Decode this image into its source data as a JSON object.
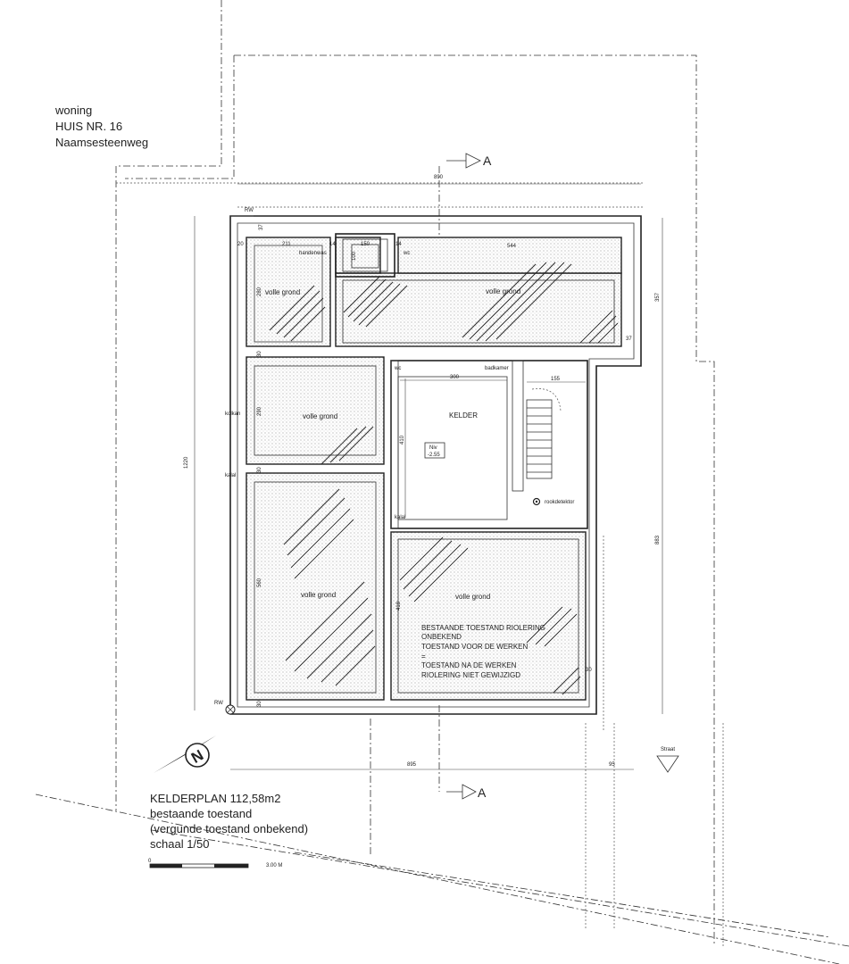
{
  "neighbor": {
    "line1": "woning",
    "line2": "HUIS NR. 16",
    "line3": "Naamsesteenweg"
  },
  "section_marker": {
    "label": "A"
  },
  "dimensions": {
    "top_width": "890",
    "left_height": "1220",
    "right_upper": "357",
    "right_lower": "883",
    "bottom_main": "895",
    "bottom_right": "95",
    "d211": "211",
    "d150": "150",
    "d544": "544",
    "d14a": "14",
    "d14b": "14",
    "d20": "20",
    "d37": "37",
    "d37b": "37",
    "d280": "280",
    "d100": "100",
    "d30a": "30",
    "d290": "290",
    "d30b": "30",
    "d560": "560",
    "d30c": "30",
    "d30d": "30",
    "d300": "300",
    "d155": "155",
    "d410": "410",
    "d418": "418"
  },
  "labels": {
    "rw_top": "RW",
    "rw_bottom": "RW",
    "handenwas": "handenwas",
    "wc_top": "wc",
    "wc_room": "wc",
    "badkamer": "badkamer",
    "kelder": "KELDER",
    "niv": "Niv",
    "niv_value": "-2.55",
    "kolkan": "kolkan",
    "kalal_left": "kalal",
    "kalal_room": "kalal",
    "rookdetektor": "rookdetektor",
    "straat": "Straat",
    "north": "N"
  },
  "soil_areas": [
    "volle grond",
    "volle grond",
    "volle grond",
    "volle grond",
    "volle grond"
  ],
  "notes": {
    "line1": "BESTAANDE TOESTAND RIOLERING",
    "line2": "ONBEKEND",
    "line3": "TOESTAND VOOR DE WERKEN",
    "line4": "=",
    "line5": "TOESTAND NA DE WERKEN",
    "line6": "RIOLERING NIET GEWIJZIGD"
  },
  "title_block": {
    "title": "KELDERPLAN 112,58m2",
    "sub1": "bestaande toestand",
    "sub2": "(vergunde toestand onbekend)",
    "scale": "schaal 1/50",
    "bar_start": "0",
    "bar_end": "3.00 M"
  }
}
